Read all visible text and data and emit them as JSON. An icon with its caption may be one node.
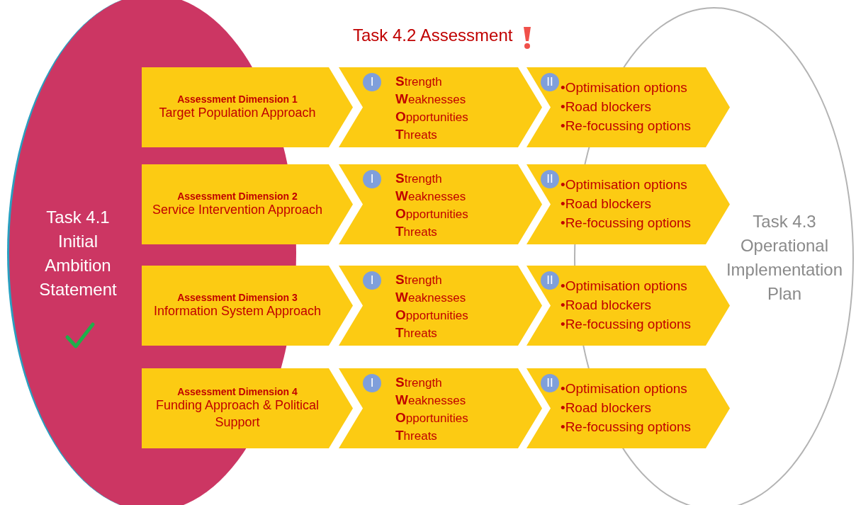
{
  "diagram": {
    "title": "Task 4.2 Assessment",
    "nodes": [
      {
        "text": [
          "Task 4.1 Initial Ambition Statement"
        ]
      },
      {
        "text": [
          "Assessment Dimension 1",
          "Target Population Approach"
        ]
      },
      {
        "text": [
          "**S**trength",
          "**W**eaknesses",
          "**O**pportunities",
          "**T**hreats"
        ]
      },
      {
        "text": [
          "I"
        ],
        "in": 2
      },
      {
        "text": [
          "•Optimisation options",
          "•Road blockers",
          "•Re-focussing options"
        ]
      },
      {
        "text": [
          "II"
        ],
        "in": 4
      },
      {
        "text": [
          "Assessment Dimension 2",
          "Service Intervention Approach"
        ]
      },
      {
        "text": [
          "**S**trength",
          "**W**eaknesses",
          "**O**pportunities",
          "**T**hreats"
        ]
      },
      {
        "text": [
          "I"
        ],
        "in": 7
      },
      {
        "text": [
          "•Optimisation options",
          "•Road blockers",
          "•Re-focussing options"
        ]
      },
      {
        "text": [
          "II"
        ],
        "in": 9
      },
      {
        "text": [
          "Assessment Dimension 3",
          "Information System Approach"
        ]
      },
      {
        "text": [
          "**S**trength",
          "**W**eaknesses",
          "**O**pportunities",
          "**T**hreats"
        ]
      },
      {
        "text": [
          "I"
        ],
        "in": 12
      },
      {
        "text": [
          "•Optimisation options",
          "•Road blockers",
          "•Re-focussing options"
        ]
      },
      {
        "text": [
          "II"
        ],
        "in": 14
      },
      {
        "text": [
          "Assessment Dimension 4",
          "Funding Approach & Political Support"
        ]
      },
      {
        "text": [
          "**S**trength",
          "**W**eaknesses",
          "**O**pportunities",
          "**T**hreats"
        ]
      },
      {
        "text": [
          "I"
        ],
        "in": 17
      },
      {
        "text": [
          "•Optimisation options",
          "•Road blockers",
          "•Re-focussing options"
        ]
      },
      {
        "text": [
          "II"
        ],
        "in": 19
      },
      {
        "text": [
          "Task 4.3 Operational Implementation Plan"
        ]
      }
    ],
    "edges": []
  }
}
